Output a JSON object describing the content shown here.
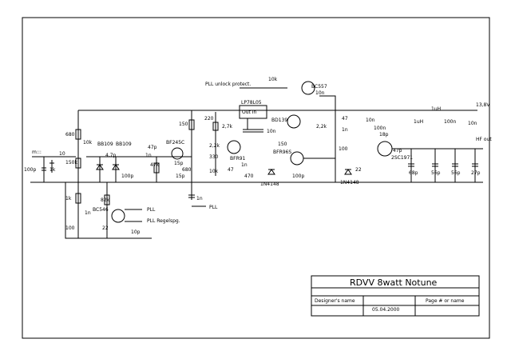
{
  "labels": {
    "input": "m:::",
    "pll_unlock": "PLL unlock protect.",
    "pll": "PLL",
    "pll_regel": "PLL Regelspg.",
    "out": "HF out",
    "supply": "13,8V"
  },
  "parts": {
    "r10k_top": "10k",
    "q_bc557": "BC557",
    "c10n_a": "10n",
    "c1uH": "1uH",
    "c100n": "100n",
    "c10n_b": "10n",
    "c1uH_b": "1uH",
    "r680": "680",
    "r10k_a": "10k",
    "r150k": "150k",
    "c10_a": "10",
    "r1k_in": "1k",
    "c100p_in": "100p",
    "d_bb109a": "BB109",
    "d_bb109b": "BB109",
    "c4_7p": "4,7p",
    "c100p_a": "100p",
    "c47p": "47p",
    "r47k": "47k",
    "c1n_a": "1n",
    "c15p": "15p",
    "c15p_b": "15p",
    "r680_b": "680",
    "q_bf245c": "BF245C",
    "r150": "150",
    "r2_2k": "2,2k",
    "r220": "220",
    "r330": "330",
    "r2_7k": "2,7k",
    "r10k_b": "10k",
    "ic_lp": "LP78L05",
    "ic_pins": "Out In",
    "q_bfr91": "BFR91",
    "c1n_b": "1n",
    "r47": "47",
    "r470": "470",
    "d_1n4148a": "1N4148",
    "q_bd139": "BD139",
    "r150_b": "150",
    "r2_2k_b": "2,2k",
    "q_bfr96s": "BFR96S",
    "c100p_b": "100p",
    "c47_e": "47",
    "c1n_c": "1n",
    "c10n_c": "10n",
    "c100n_b": "100n",
    "c18p": "18p",
    "r100": "100",
    "r22": "22",
    "d_1n4148b": "1N4148",
    "c47p_b": "47p",
    "q_2sc1971": "2SC1971",
    "c68p": "68p",
    "c56p": "56p",
    "c56p_b": "56p",
    "c27p": "27p",
    "c1n_d": "1n",
    "r1k_b": "1k",
    "r82k": "82k",
    "q_bc546": "BC546",
    "r100_b": "100",
    "c22": "22",
    "c10p": "10p",
    "c1n_e": "1n"
  },
  "title_block": {
    "title": "RDVV 8watt Notune",
    "designer": "Designer's name",
    "date": "05.04.2000",
    "page": "Page # or name"
  }
}
